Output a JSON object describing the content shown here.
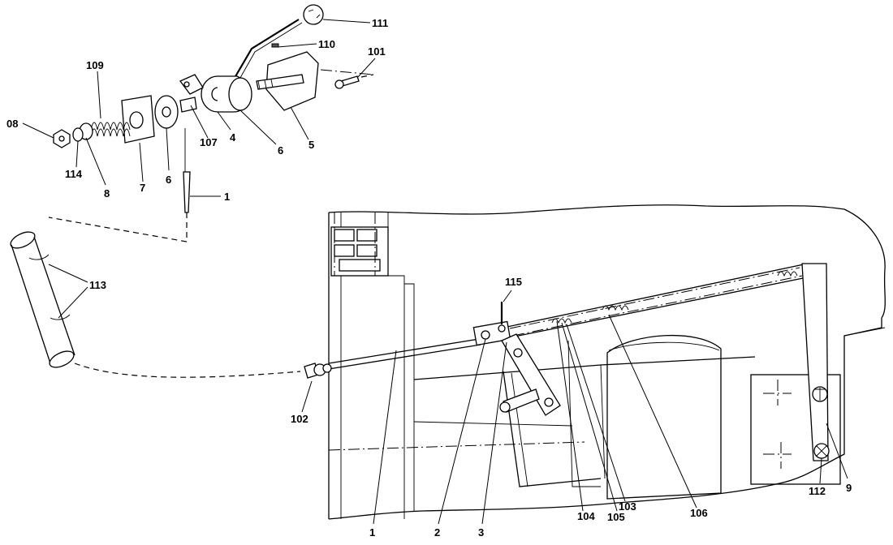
{
  "callouts": {
    "c111": "111",
    "c110": "110",
    "c101": "101",
    "c109": "109",
    "c08": "08",
    "c114": "114",
    "c8": "8",
    "c7": "7",
    "c6a": "6",
    "c107": "107",
    "c4": "4",
    "c6b": "6",
    "c5": "5",
    "c1a": "1",
    "c113": "113",
    "c102": "102",
    "c115": "115",
    "c1b": "1",
    "c2": "2",
    "c3": "3",
    "c104": "104",
    "c105": "105",
    "c103": "103",
    "c106": "106",
    "c112": "112",
    "c9": "9"
  }
}
